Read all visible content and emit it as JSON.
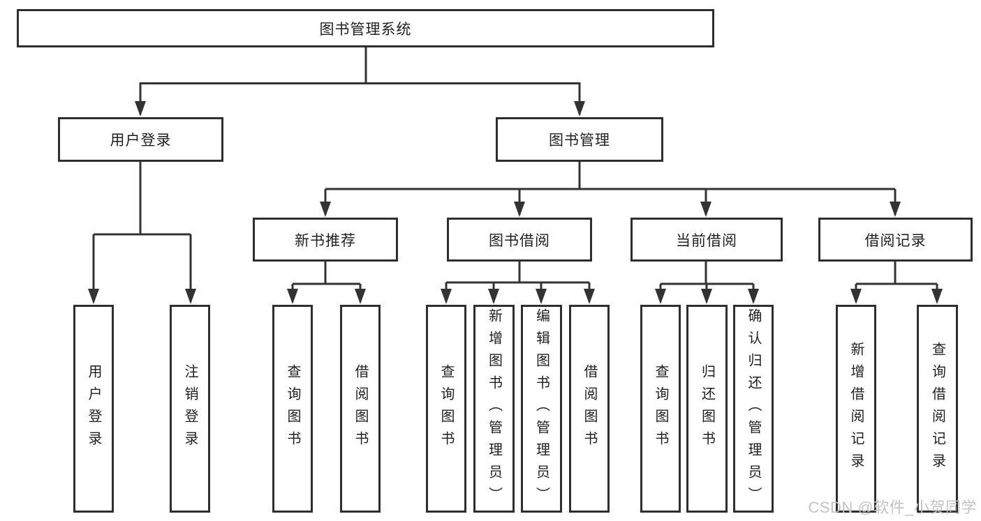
{
  "diagram": {
    "title": "图书管理系统",
    "level2": {
      "user_login": "用户登录",
      "book_mgmt": "图书管理"
    },
    "level3": {
      "new_book": "新书推荐",
      "book_borrow": "图书借阅",
      "current_borrow": "当前借阅",
      "borrow_record": "借阅记录"
    },
    "leaves": {
      "user_login": [
        "用户登录",
        "注销登录"
      ],
      "new_book": [
        "查询图书",
        "借阅图书"
      ],
      "book_borrow": [
        "查询图书",
        "新增图书（管理员）",
        "编辑图书（管理员）",
        "借阅图书"
      ],
      "current_borrow": [
        "查询图书",
        "归还图书",
        "确认归还（管理员）"
      ],
      "borrow_record": [
        "新增借阅记录",
        "查询借阅记录"
      ]
    }
  },
  "watermark": {
    "text": "CSDN @软件_小贺同学"
  },
  "colors": {
    "line": "#333333",
    "border": "#2e2e2e",
    "text": "#1f1f1f",
    "watermark": "#c3c3c3",
    "background": "#ffffff"
  }
}
